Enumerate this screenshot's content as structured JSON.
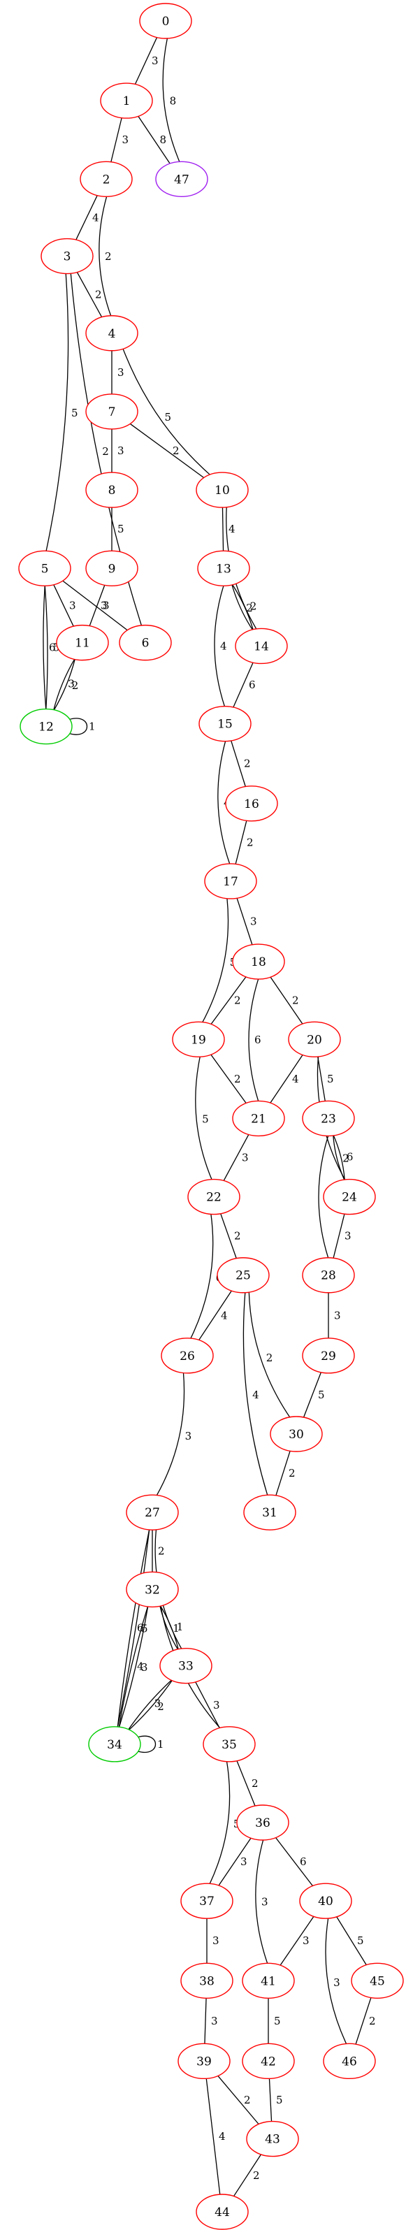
{
  "graph": {
    "node_colors": {
      "default": "#ff0000",
      "green": "#00cc00",
      "purple": "#a020f0"
    },
    "nodes": [
      {
        "id": "0",
        "label": "0",
        "color": "default"
      },
      {
        "id": "1",
        "label": "1",
        "color": "default"
      },
      {
        "id": "47",
        "label": "47",
        "color": "purple"
      },
      {
        "id": "2",
        "label": "2",
        "color": "default"
      },
      {
        "id": "3",
        "label": "3",
        "color": "default"
      },
      {
        "id": "4",
        "label": "4",
        "color": "default"
      },
      {
        "id": "5",
        "label": "5",
        "color": "default"
      },
      {
        "id": "6",
        "label": "6",
        "color": "default"
      },
      {
        "id": "7",
        "label": "7",
        "color": "default"
      },
      {
        "id": "8",
        "label": "8",
        "color": "default"
      },
      {
        "id": "9",
        "label": "9",
        "color": "default"
      },
      {
        "id": "10",
        "label": "10",
        "color": "default"
      },
      {
        "id": "11",
        "label": "11",
        "color": "default"
      },
      {
        "id": "12",
        "label": "12",
        "color": "green"
      },
      {
        "id": "13",
        "label": "13",
        "color": "default"
      },
      {
        "id": "14",
        "label": "14",
        "color": "default"
      },
      {
        "id": "15",
        "label": "15",
        "color": "default"
      },
      {
        "id": "16",
        "label": "16",
        "color": "default"
      },
      {
        "id": "17",
        "label": "17",
        "color": "default"
      },
      {
        "id": "18",
        "label": "18",
        "color": "default"
      },
      {
        "id": "19",
        "label": "19",
        "color": "default"
      },
      {
        "id": "20",
        "label": "20",
        "color": "default"
      },
      {
        "id": "21",
        "label": "21",
        "color": "default"
      },
      {
        "id": "22",
        "label": "22",
        "color": "default"
      },
      {
        "id": "23",
        "label": "23",
        "color": "default"
      },
      {
        "id": "24",
        "label": "24",
        "color": "default"
      },
      {
        "id": "25",
        "label": "25",
        "color": "default"
      },
      {
        "id": "26",
        "label": "26",
        "color": "default"
      },
      {
        "id": "27",
        "label": "27",
        "color": "default"
      },
      {
        "id": "28",
        "label": "28",
        "color": "default"
      },
      {
        "id": "29",
        "label": "29",
        "color": "default"
      },
      {
        "id": "30",
        "label": "30",
        "color": "default"
      },
      {
        "id": "31",
        "label": "31",
        "color": "default"
      },
      {
        "id": "32",
        "label": "32",
        "color": "default"
      },
      {
        "id": "33",
        "label": "33",
        "color": "default"
      },
      {
        "id": "34",
        "label": "34",
        "color": "green"
      },
      {
        "id": "35",
        "label": "35",
        "color": "default"
      },
      {
        "id": "36",
        "label": "36",
        "color": "default"
      },
      {
        "id": "37",
        "label": "37",
        "color": "default"
      },
      {
        "id": "38",
        "label": "38",
        "color": "default"
      },
      {
        "id": "39",
        "label": "39",
        "color": "default"
      },
      {
        "id": "40",
        "label": "40",
        "color": "default"
      },
      {
        "id": "41",
        "label": "41",
        "color": "default"
      },
      {
        "id": "42",
        "label": "42",
        "color": "default"
      },
      {
        "id": "43",
        "label": "43",
        "color": "default"
      },
      {
        "id": "44",
        "label": "44",
        "color": "default"
      },
      {
        "id": "45",
        "label": "45",
        "color": "default"
      },
      {
        "id": "46",
        "label": "46",
        "color": "default"
      }
    ],
    "edges": [
      {
        "from": "0",
        "to": "1",
        "weight": "3"
      },
      {
        "from": "0",
        "to": "47",
        "weight": "8"
      },
      {
        "from": "1",
        "to": "2",
        "weight": "3"
      },
      {
        "from": "1",
        "to": "47",
        "weight": "8"
      },
      {
        "from": "2",
        "to": "3",
        "weight": "4"
      },
      {
        "from": "2",
        "to": "4",
        "weight": "2"
      },
      {
        "from": "3",
        "to": "4",
        "weight": "2"
      },
      {
        "from": "3",
        "to": "5",
        "weight": "5"
      },
      {
        "from": "3",
        "to": "6",
        "weight": "2"
      },
      {
        "from": "4",
        "to": "7",
        "weight": "3"
      },
      {
        "from": "4",
        "to": "10",
        "weight": "5"
      },
      {
        "from": "7",
        "to": "8",
        "weight": "3"
      },
      {
        "from": "7",
        "to": "10",
        "weight": "2"
      },
      {
        "from": "8",
        "to": "9",
        "weight": "5"
      },
      {
        "from": "9",
        "to": "11",
        "weight": "3"
      },
      {
        "from": "5",
        "to": "6",
        "weight": "3"
      },
      {
        "from": "5",
        "to": "11",
        "weight": "3"
      },
      {
        "from": "5",
        "to": "12",
        "weight": "5"
      },
      {
        "from": "5",
        "to": "12",
        "weight": "6"
      },
      {
        "from": "11",
        "to": "12",
        "weight": "2"
      },
      {
        "from": "11",
        "to": "12",
        "weight": "3"
      },
      {
        "from": "12",
        "to": "12",
        "weight": "1"
      },
      {
        "from": "10",
        "to": "13",
        "weight": "4"
      },
      {
        "from": "10",
        "to": "14",
        "weight": "6"
      },
      {
        "from": "13",
        "to": "14",
        "weight": "2"
      },
      {
        "from": "13",
        "to": "14",
        "weight": "2"
      },
      {
        "from": "13",
        "to": "15",
        "weight": "4"
      },
      {
        "from": "14",
        "to": "15",
        "weight": "6"
      },
      {
        "from": "15",
        "to": "16",
        "weight": "2"
      },
      {
        "from": "15",
        "to": "17",
        "weight": "4"
      },
      {
        "from": "16",
        "to": "17",
        "weight": "2"
      },
      {
        "from": "17",
        "to": "18",
        "weight": "3"
      },
      {
        "from": "17",
        "to": "19",
        "weight": "5"
      },
      {
        "from": "18",
        "to": "19",
        "weight": "2"
      },
      {
        "from": "18",
        "to": "20",
        "weight": "2"
      },
      {
        "from": "18",
        "to": "21",
        "weight": "6"
      },
      {
        "from": "19",
        "to": "21",
        "weight": "2"
      },
      {
        "from": "19",
        "to": "22",
        "weight": "5"
      },
      {
        "from": "20",
        "to": "21",
        "weight": "4"
      },
      {
        "from": "20",
        "to": "23",
        "weight": "5"
      },
      {
        "from": "20",
        "to": "24",
        "weight": "3"
      },
      {
        "from": "21",
        "to": "22",
        "weight": "3"
      },
      {
        "from": "23",
        "to": "24",
        "weight": "6"
      },
      {
        "from": "23",
        "to": "24",
        "weight": "2"
      },
      {
        "from": "23",
        "to": "28",
        "weight": "3"
      },
      {
        "from": "24",
        "to": "28",
        "weight": "3"
      },
      {
        "from": "22",
        "to": "25",
        "weight": "2"
      },
      {
        "from": "22",
        "to": "26",
        "weight": "6"
      },
      {
        "from": "25",
        "to": "26",
        "weight": "4"
      },
      {
        "from": "25",
        "to": "30",
        "weight": "2"
      },
      {
        "from": "25",
        "to": "31",
        "weight": "4"
      },
      {
        "from": "28",
        "to": "29",
        "weight": "3"
      },
      {
        "from": "29",
        "to": "30",
        "weight": "5"
      },
      {
        "from": "30",
        "to": "31",
        "weight": "2"
      },
      {
        "from": "26",
        "to": "27",
        "weight": "3"
      },
      {
        "from": "27",
        "to": "32",
        "weight": "2"
      },
      {
        "from": "27",
        "to": "33",
        "weight": "3"
      },
      {
        "from": "27",
        "to": "34",
        "weight": "5"
      },
      {
        "from": "27",
        "to": "34",
        "weight": "6"
      },
      {
        "from": "32",
        "to": "33",
        "weight": "1"
      },
      {
        "from": "32",
        "to": "33",
        "weight": "1"
      },
      {
        "from": "32",
        "to": "34",
        "weight": "3"
      },
      {
        "from": "32",
        "to": "34",
        "weight": "4"
      },
      {
        "from": "32",
        "to": "35",
        "weight": "2"
      },
      {
        "from": "33",
        "to": "34",
        "weight": "2"
      },
      {
        "from": "33",
        "to": "34",
        "weight": "3"
      },
      {
        "from": "33",
        "to": "35",
        "weight": "3"
      },
      {
        "from": "34",
        "to": "34",
        "weight": "1"
      },
      {
        "from": "35",
        "to": "36",
        "weight": "2"
      },
      {
        "from": "35",
        "to": "37",
        "weight": "5"
      },
      {
        "from": "36",
        "to": "37",
        "weight": "3"
      },
      {
        "from": "36",
        "to": "40",
        "weight": "6"
      },
      {
        "from": "36",
        "to": "41",
        "weight": "3"
      },
      {
        "from": "37",
        "to": "38",
        "weight": "3"
      },
      {
        "from": "38",
        "to": "39",
        "weight": "3"
      },
      {
        "from": "39",
        "to": "43",
        "weight": "2"
      },
      {
        "from": "39",
        "to": "44",
        "weight": "4"
      },
      {
        "from": "40",
        "to": "41",
        "weight": "3"
      },
      {
        "from": "40",
        "to": "45",
        "weight": "5"
      },
      {
        "from": "40",
        "to": "46",
        "weight": "3"
      },
      {
        "from": "41",
        "to": "42",
        "weight": "5"
      },
      {
        "from": "42",
        "to": "43",
        "weight": "5"
      },
      {
        "from": "43",
        "to": "44",
        "weight": "2"
      },
      {
        "from": "45",
        "to": "46",
        "weight": "2"
      }
    ]
  }
}
